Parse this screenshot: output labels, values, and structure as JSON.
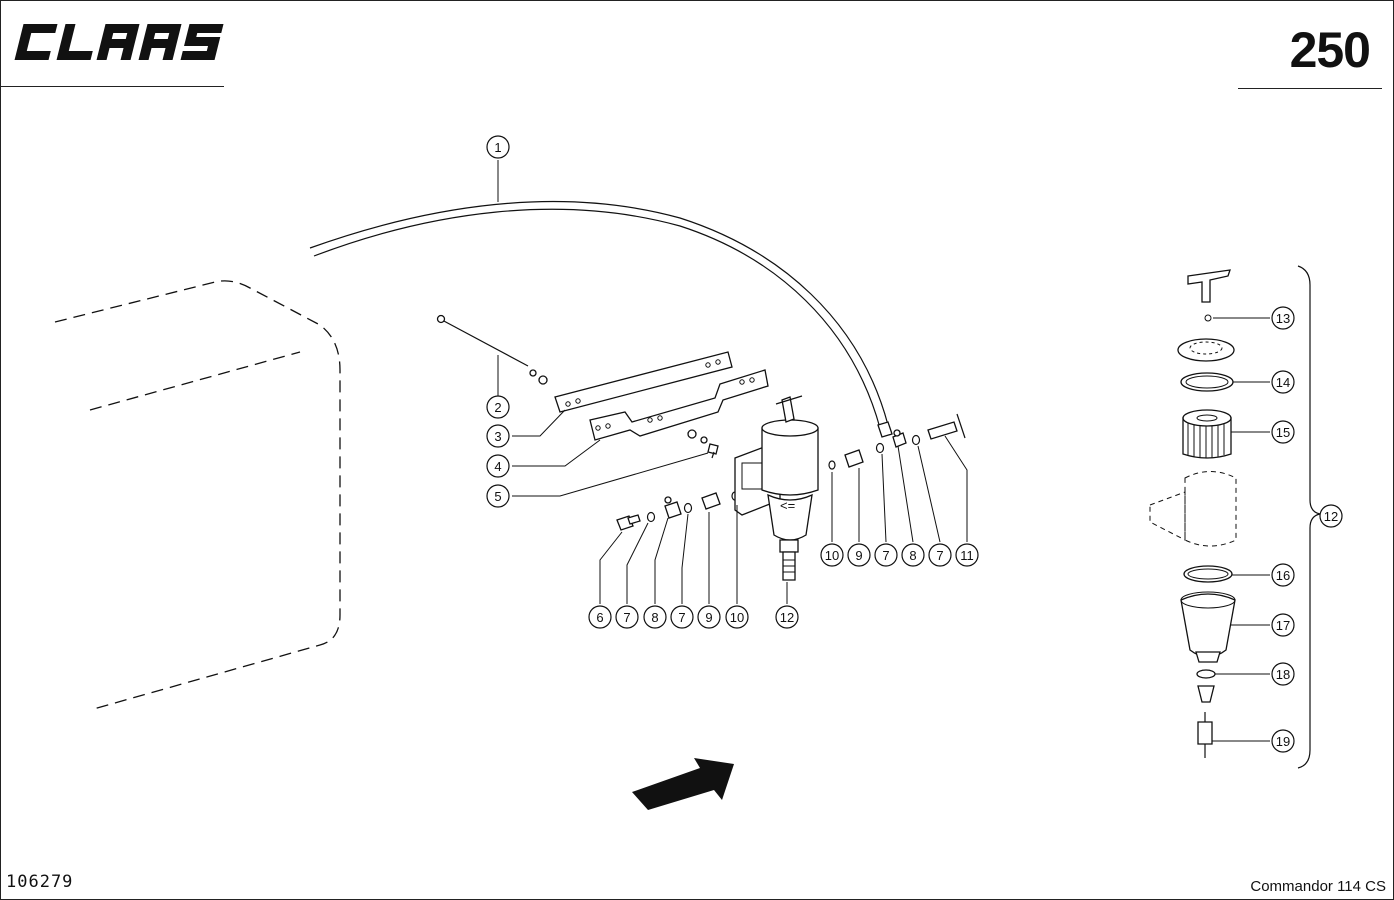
{
  "header": {
    "brand": "CLAAS",
    "page_number": "250"
  },
  "footer": {
    "document_number": "106279",
    "model": "Commandor 114 CS"
  },
  "callouts": {
    "c1": "1",
    "c2": "2",
    "c3": "3",
    "c4": "4",
    "c5": "5",
    "c6": "6",
    "c7a": "7",
    "c8a": "8",
    "c7b": "7",
    "c9a": "9",
    "c10a": "10",
    "c12a": "12",
    "c10b": "10",
    "c9b": "9",
    "c7c": "7",
    "c8b": "8",
    "c7d": "7",
    "c11": "11",
    "c13": "13",
    "c14": "14",
    "c15": "15",
    "c12b": "12",
    "c16": "16",
    "c17": "17",
    "c18": "18",
    "c19": "19"
  }
}
